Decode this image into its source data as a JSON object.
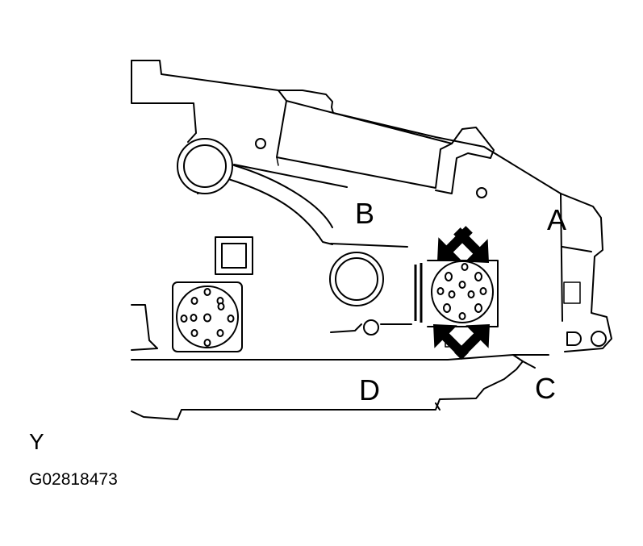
{
  "callouts": {
    "a": "A",
    "b": "B",
    "c": "C",
    "d": "D"
  },
  "view_label": "Y",
  "figure_code": "G02818473",
  "arrow_icon": "arrow-icon"
}
